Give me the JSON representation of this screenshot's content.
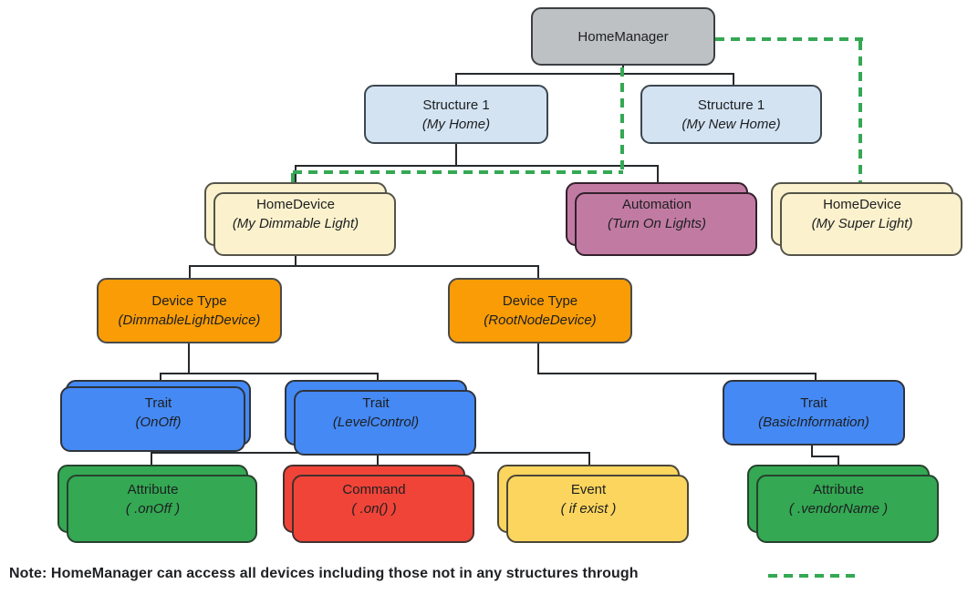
{
  "diagram": {
    "title": "HomeManager device hierarchy",
    "nodes": {
      "home_manager": {
        "title": "HomeManager",
        "subtitle": ""
      },
      "structure_my_home": {
        "title": "Structure 1",
        "subtitle": "(My Home)"
      },
      "structure_my_new_home": {
        "title": "Structure 1",
        "subtitle": "(My New Home)"
      },
      "home_device_dimmable": {
        "title": "HomeDevice",
        "subtitle": "(My Dimmable Light)"
      },
      "automation": {
        "title": "Automation",
        "subtitle": "(Turn On Lights)"
      },
      "home_device_super": {
        "title": "HomeDevice",
        "subtitle": "(My Super Light)"
      },
      "device_type_dimmable": {
        "title": "Device Type",
        "subtitle": "(DimmableLightDevice)"
      },
      "device_type_root": {
        "title": "Device Type",
        "subtitle": "(RootNodeDevice)"
      },
      "trait_onoff": {
        "title": "Trait",
        "subtitle": "(OnOff)"
      },
      "trait_levelcontrol": {
        "title": "Trait",
        "subtitle": "(LevelControl)"
      },
      "trait_basicinfo": {
        "title": "Trait",
        "subtitle": "(BasicInformation)"
      },
      "attribute_onoff": {
        "title": "Attribute",
        "subtitle": "( .onOff )"
      },
      "command_on": {
        "title": "Command",
        "subtitle": "( .on() )"
      },
      "event_if_exist": {
        "title": "Event",
        "subtitle": "( if exist )"
      },
      "attribute_vendorname": {
        "title": "Attribute",
        "subtitle": "( .vendorName )"
      }
    },
    "note": {
      "text": "Note: HomeManager can access all devices including those not in any structures through"
    },
    "colors": {
      "dashed_link_green": "#34a853",
      "connector_black": "#26292c",
      "home_manager_gray": "#bdc1c4",
      "structure_light_blue": "#d3e3f2",
      "home_device_cream": "#fbf1cd",
      "automation_mauve": "#c17ba2",
      "device_type_orange": "#f99c06",
      "trait_blue": "#4589f4",
      "attribute_green": "#34a853",
      "command_red": "#f04438",
      "event_yellow": "#fbd55e"
    }
  }
}
